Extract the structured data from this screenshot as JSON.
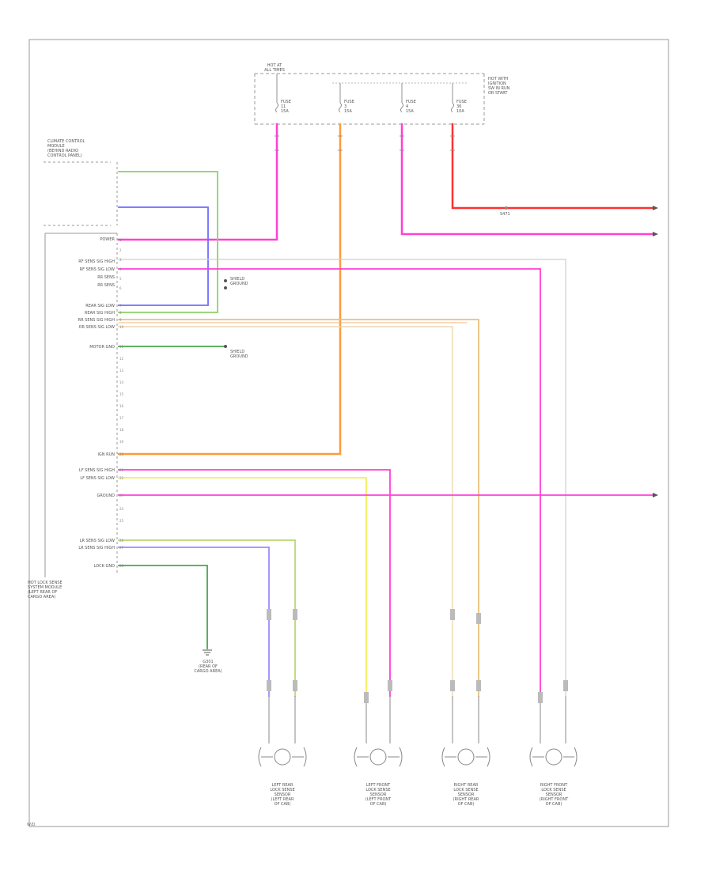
{
  "title": "",
  "colors": {
    "border": "#9a9a9a",
    "pink": "#ff3fd8",
    "orange": "#ff9b3a",
    "red": "#ff3030",
    "green": "#8fd16a",
    "blue": "#6f6fff",
    "tan": "#e8c27a",
    "yellow": "#f2ee5a",
    "lightgray": "#cfcfcf",
    "darkgreen": "#4aa84a",
    "violet": "#9b8cff"
  },
  "labels": {
    "top_fuse_box": "HOT AT\nALL TIMES",
    "top_right_note": "HOT WITH\nIGNITION\nSW IN RUN\nOR START",
    "top_left_module": "CLIMATE CONTROL\nMODULE\n(BEHIND RADIO\nCONTROL PANEL)",
    "main_module": "HOT LOCK SENSE\nSYSTEM MODULE\n(LEFT REAR OF\nCARGO AREA)",
    "ground": "G301\n(REAR OF\nCARGO AREA)",
    "shield_note_1": "SHIELD\nGROUND",
    "shield_note_2": "SHIELD\nGROUND",
    "footer": "W/D",
    "splice": "S471"
  },
  "fuses": [
    {
      "name": "FUSE\n11\n15A"
    },
    {
      "name": "FUSE\n3\n15A"
    },
    {
      "name": "FUSE\n4\n15A"
    },
    {
      "name": "FUSE\n36\n10A"
    }
  ],
  "module_pins": [
    {
      "label": "POWER"
    },
    {
      "label": "RF SENS SIG HIGH"
    },
    {
      "label": "RF SENS SIG LOW"
    },
    {
      "label": "RR SENS"
    },
    {
      "label": "RR SENS"
    },
    {
      "label": "REAR SIG LOW"
    },
    {
      "label": "REAR SIG HIGH"
    },
    {
      "label": "RR SENS SIG HIGH"
    },
    {
      "label": "RR SENS SIG LOW"
    },
    {
      "label": "MOTOR GND"
    },
    {
      "label": "IGN RUN"
    },
    {
      "label": "LF SENS SIG HIGH"
    },
    {
      "label": "LF SENS SIG LOW"
    },
    {
      "label": "GROUND"
    },
    {
      "label": "LR SENS SIG LOW"
    },
    {
      "label": "LR SENS SIG HIGH"
    },
    {
      "label": "LOCK GND"
    }
  ],
  "sensors": [
    {
      "label": "LEFT REAR\nLOCK SENSE\nSENSOR\n(LEFT REAR\nOF CAB)"
    },
    {
      "label": "LEFT FRONT\nLOCK SENSE\nSENSOR\n(LEFT FRONT\nOF CAB)"
    },
    {
      "label": "RIGHT REAR\nLOCK SENSE\nSENSOR\n(RIGHT REAR\nOF CAB)"
    },
    {
      "label": "RIGHT FRONT\nLOCK SENSE\nSENSOR\n(RIGHT FRONT\nOF CAB)"
    }
  ]
}
